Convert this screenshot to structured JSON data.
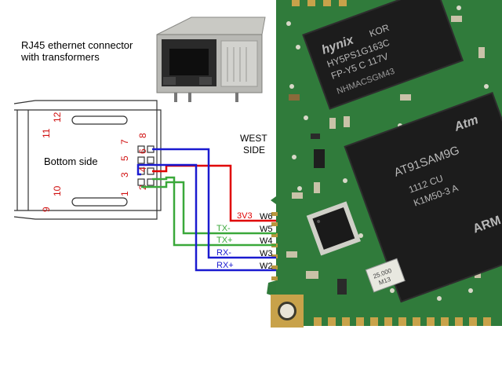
{
  "connector_caption": {
    "line1": "RJ45 ethernet connector",
    "line2": "with transformers"
  },
  "bottom_side_label": "Bottom side",
  "west_side_label": {
    "line1": "WEST",
    "line2": "SIDE"
  },
  "connector_pins": {
    "right_column": [
      "1",
      "2",
      "3",
      "4",
      "5",
      "6",
      "7",
      "8"
    ],
    "left_column": [
      "9",
      "10",
      "11",
      "12"
    ]
  },
  "signals": [
    {
      "name": "3V3",
      "pad": "W6",
      "color": "#e00000"
    },
    {
      "name": "TX-",
      "pad": "W5",
      "color": "#3aa83a"
    },
    {
      "name": "TX+",
      "pad": "W4",
      "color": "#3aa83a"
    },
    {
      "name": "RX-",
      "pad": "W3",
      "color": "#1a1ad0"
    },
    {
      "name": "RX+",
      "pad": "W2",
      "color": "#1a1ad0"
    }
  ],
  "board_markings": {
    "hynix_brand": "hynix",
    "hynix_line1": "KOR",
    "hynix_line2": "HY5PS1G163C",
    "hynix_line3": "FP-Y5 C 117V",
    "hynix_line4": "NHMACSGM43",
    "atmel_line1": "AT91SAM9G",
    "atmel_line2": "1112  CU",
    "atmel_line3": "K1M50-3  A",
    "arm_logo": "ARM",
    "crystal_line1": "25.000",
    "crystal_line2": "M13"
  },
  "colors": {
    "pcb_green": "#2f7a3a",
    "wire_red": "#e00000",
    "wire_green": "#3aa83a",
    "wire_blue": "#1a1ad0",
    "pin_red": "#d01010",
    "gold_pad": "#c8a24a"
  }
}
